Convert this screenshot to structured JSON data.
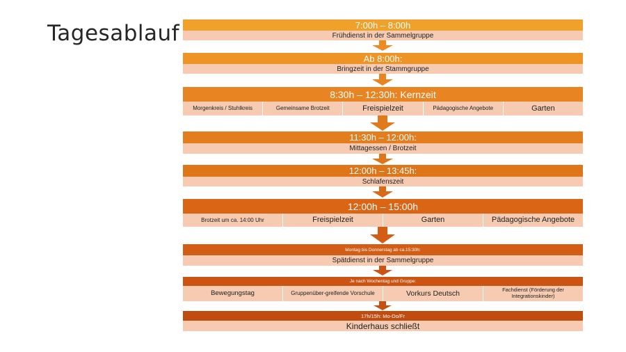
{
  "slide": {
    "title": "Tagesablauf"
  },
  "colors": {
    "stage_1": "#f0a12a",
    "stage_2": "#ee9427",
    "stage_3": "#e88522",
    "stage_4": "#e37d1e",
    "stage_5": "#df7519",
    "stage_6": "#d96515",
    "stage_7": "#d35d14",
    "stage_8": "#cc5412",
    "stage_9": "#c14c10",
    "sub": "#f7cbb1"
  },
  "stages": [
    {
      "header": "7:00h – 8:00h",
      "sub": "Frühdienst in der Sammelgruppe"
    },
    {
      "header": "Ab 8:00h:",
      "sub": "Bringzeit in der Stammgruppe"
    },
    {
      "header": "8:30h – 12:30h: Kernzeit",
      "cells": [
        "Morgenkreis / Stuhlkreis",
        "Gemeinsame Brotzeit",
        "Freispielzeit",
        "Pädagogische Angebote",
        "Garten"
      ]
    },
    {
      "header": "11:30h – 12:00h:",
      "sub": "Mittagessen / Brotzeit"
    },
    {
      "header": "12:00h – 13:45h:",
      "sub": "Schlafenszeit"
    },
    {
      "header": "12:00h – 15:00h",
      "cells": [
        "Brotzeit um ca. 14:00 Uhr",
        "Freispielzeit",
        "Garten",
        "Pädagogische Angebote"
      ]
    },
    {
      "header": "Montag bis Donnerstag ab ca.15:30h:",
      "sub": "Spätdienst in der Sammelgruppe"
    },
    {
      "header": "Je nach Wochentag und Gruppe:",
      "cells": [
        "Bewegungstag",
        "Gruppenüber-greifende Vorschule",
        "Vorkurs Deutsch",
        "Fachdienst (Förderung der Integrationskinder)"
      ]
    },
    {
      "header": "17h/15h: Mo-Do/Fr",
      "sub": "Kinderhaus schließt"
    }
  ]
}
